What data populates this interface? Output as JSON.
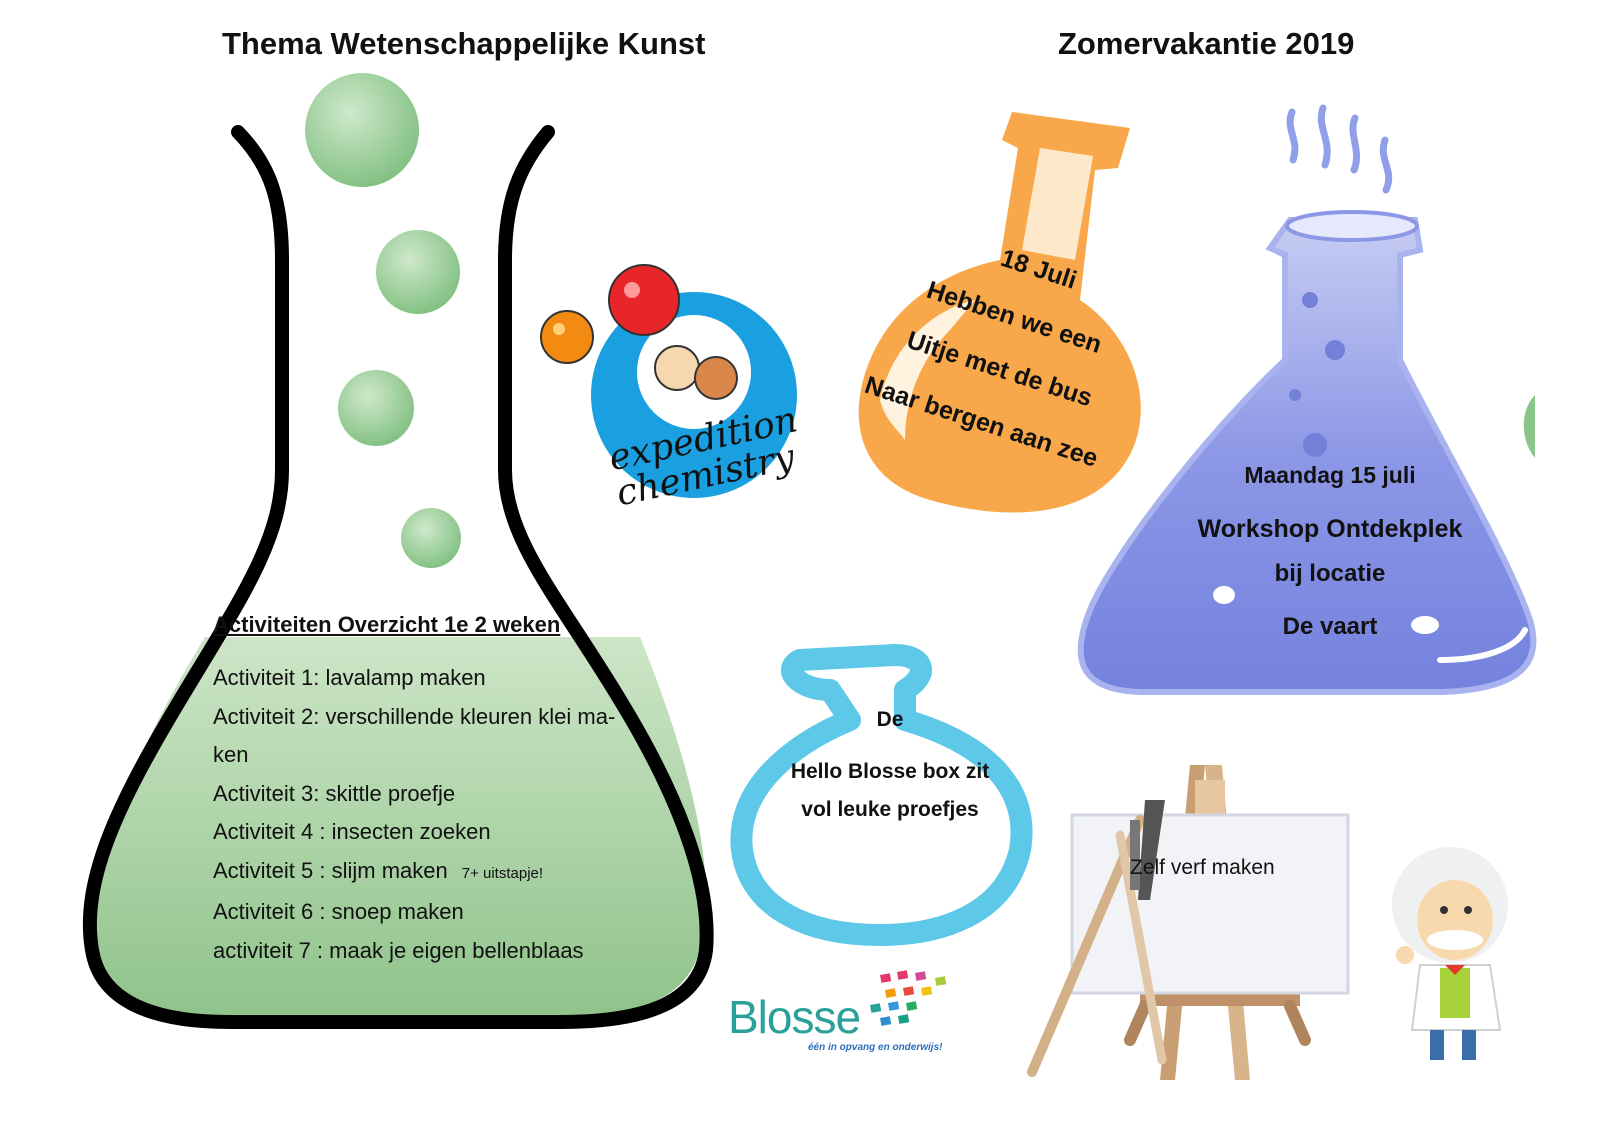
{
  "header": {
    "left_title": "Thema Wetenschappelijke  Kunst",
    "right_title": "Zomervakantie 2019"
  },
  "green_flask": {
    "heading": "Activiteiten Overzicht 1e 2 weken",
    "items": [
      "Activiteit 1: lavalamp maken",
      "Activiteit 2: verschillende kleuren klei ma-",
      "ken",
      "Activiteit 3: skittle proefje",
      "Activiteit 4 : insecten zoeken",
      "Activiteit 5 : slijm maken",
      "Activiteit 6 : snoep maken",
      "activiteit 7 : maak je eigen bellenblaas"
    ],
    "item5_note": "7+ uitstapje!"
  },
  "expedition_logo": {
    "line1": "expedition",
    "line2": "chemistry"
  },
  "orange_flask": {
    "lines": [
      "18 Juli",
      "Hebben we een",
      "Uitje met de bus",
      "Naar bergen aan zee"
    ]
  },
  "purple_flask": {
    "line1": "Maandag 15 juli",
    "line2": "Workshop Ontdekplek",
    "line3": "bij locatie",
    "line4": "De vaart"
  },
  "blue_flask": {
    "line1": "De",
    "line2": "Hello Blosse box zit",
    "line3": "vol leuke proefjes"
  },
  "easel": {
    "label": "Zelf verf maken"
  },
  "blosse_logo": {
    "name": "Blosse",
    "tagline": "één in opvang en onderwijs!"
  },
  "colors": {
    "green_liquid": "#b7d9b1",
    "green_bubble": "#8cc58a",
    "flask_outline": "#000000",
    "orange": "#f8a84a",
    "purple": "#7e8ce0",
    "light_blue": "#5ec8e8",
    "blosse_text": "#2aa198",
    "logo_blue": "#1aa0e0",
    "ball_red": "#e8262a",
    "ball_orange": "#f38a12"
  },
  "icons": [
    "bubble-icon",
    "expedition-chemistry-logo",
    "orange-flask-icon",
    "purple-flask-icon",
    "blue-flask-icon",
    "easel-icon",
    "blosse-logo",
    "scientist-icon"
  ]
}
